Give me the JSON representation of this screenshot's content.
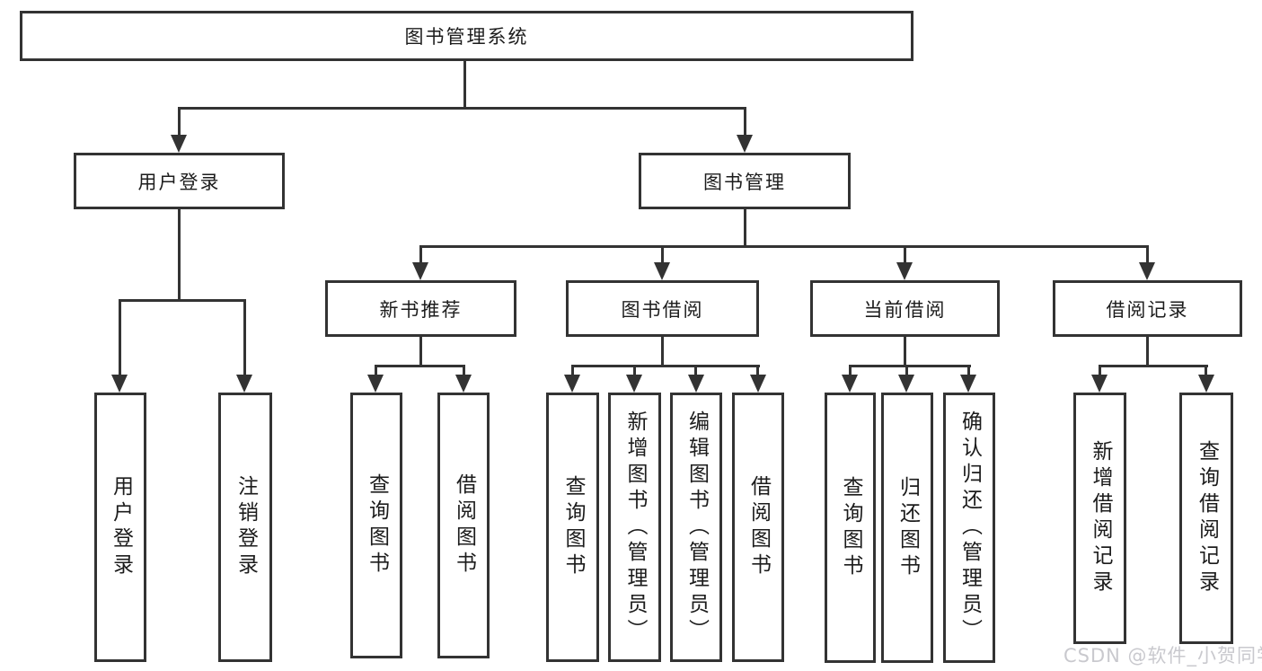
{
  "diagram": {
    "root": {
      "label": "图书管理系统"
    },
    "level2": [
      {
        "label": "用户登录"
      },
      {
        "label": "图书管理"
      }
    ],
    "level3": [
      {
        "label": "新书推荐"
      },
      {
        "label": "图书借阅"
      },
      {
        "label": "当前借阅"
      },
      {
        "label": "借阅记录"
      }
    ],
    "leaves": {
      "user_login_group": [
        {
          "label": "用户登录"
        },
        {
          "label": "注销登录"
        }
      ],
      "new_book_group": [
        {
          "label": "查询图书"
        },
        {
          "label": "借阅图书"
        }
      ],
      "book_borrow_group": [
        {
          "label": "查询图书"
        },
        {
          "label": "新增图书（管理员）"
        },
        {
          "label": "编辑图书（管理员）"
        },
        {
          "label": "借阅图书"
        }
      ],
      "current_borrow_group": [
        {
          "label": "查询图书"
        },
        {
          "label": "归还图书"
        },
        {
          "label": "确认归还（管理员）"
        }
      ],
      "records_group": [
        {
          "label": "新增借阅记录"
        },
        {
          "label": "查询借阅记录"
        }
      ]
    }
  },
  "watermark": {
    "text": "CSDN @软件_小贺同学"
  },
  "colors": {
    "line": "#333333",
    "text": "#1c1c1c",
    "background": "#ffffff",
    "watermark": "#c9c9ce"
  }
}
